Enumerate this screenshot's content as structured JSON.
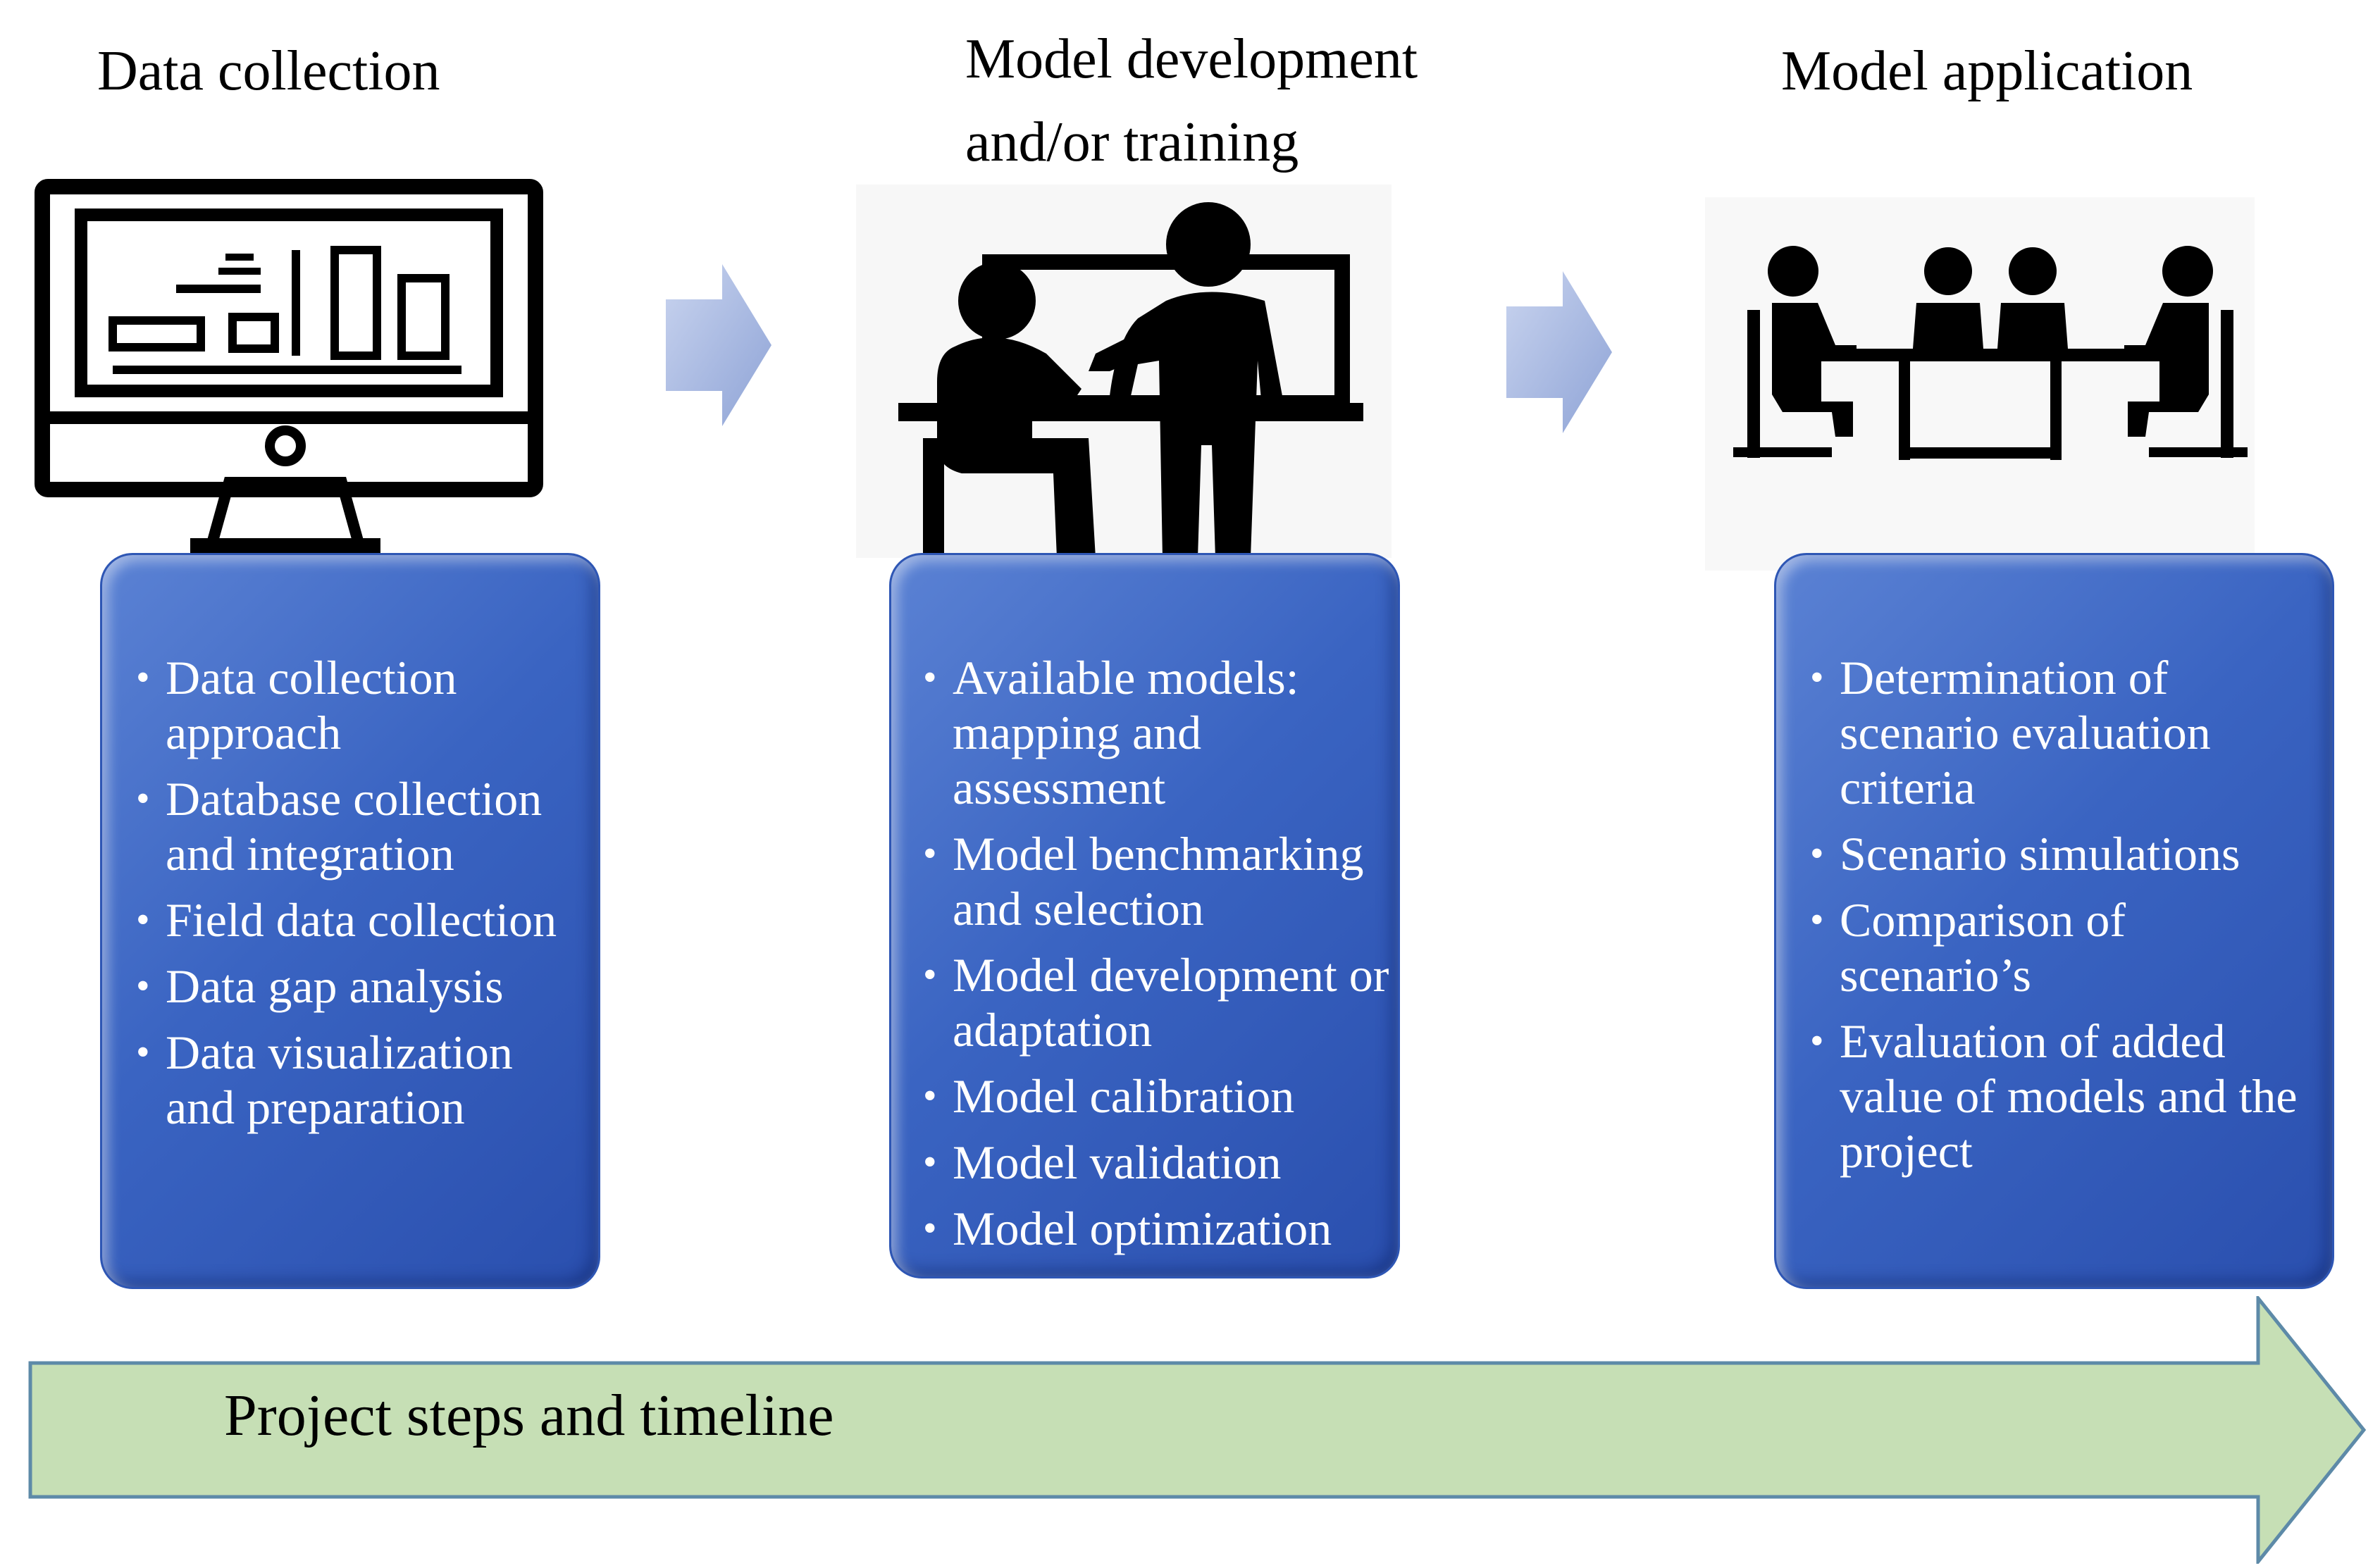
{
  "stages": [
    {
      "title": "Data collection",
      "icon": "computer-monitor-dashboard-icon",
      "items": [
        "Data collection approach",
        "Database collection and integration",
        "Field data collection",
        "Data gap analysis",
        "Data visualization and preparation"
      ]
    },
    {
      "title": "Model development\nand/or training",
      "icon": "people-at-computer-icon",
      "items": [
        "Available  models: mapping and assessment",
        "Model benchmarking and selection",
        "Model development or adaptation",
        "Model calibration",
        "Model validation",
        "Model optimization"
      ]
    },
    {
      "title": "Model application",
      "icon": "meeting-table-icon",
      "items": [
        "Determination  of scenario evaluation criteria",
        "Scenario simulations",
        "Comparison of scenario’s",
        "Evaluation  of added value of models and the project"
      ]
    }
  ],
  "timeline": {
    "label": "Project steps and timeline"
  },
  "colors": {
    "box_blue": "#3a64c2",
    "chevron": "#a8b8e0",
    "timeline_fill": "#c6dfb5",
    "timeline_stroke": "#5d8aa8"
  }
}
